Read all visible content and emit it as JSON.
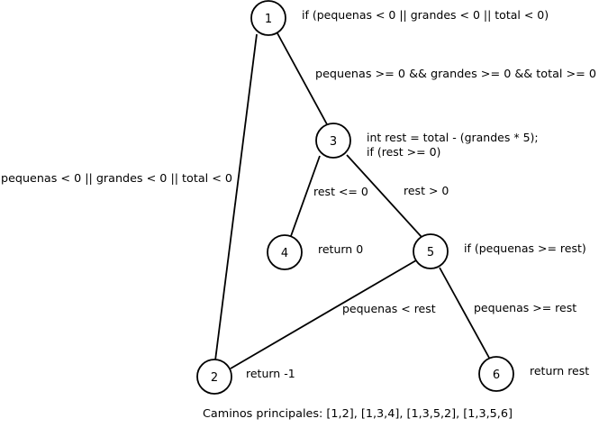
{
  "nodes": [
    {
      "id": "1",
      "label": "1"
    },
    {
      "id": "2",
      "label": "2"
    },
    {
      "id": "3",
      "label": "3"
    },
    {
      "id": "4",
      "label": "4"
    },
    {
      "id": "5",
      "label": "5"
    },
    {
      "id": "6",
      "label": "6"
    }
  ],
  "node_annotations": {
    "n1": "if (pequenas < 0 || grandes < 0 || total < 0)",
    "n3_line1": "int rest = total - (grandes * 5);",
    "n3_line2": "if (rest >= 0)",
    "n4": "return 0",
    "n5": "if (pequenas >= rest)",
    "n2": "return -1",
    "n6": "return rest"
  },
  "edges": [
    {
      "from": "1",
      "to": "3",
      "label": "pequenas >= 0 && grandes >= 0 && total >= 0"
    },
    {
      "from": "1",
      "to": "2",
      "label": "pequenas < 0 || grandes < 0 || total < 0"
    },
    {
      "from": "3",
      "to": "4",
      "label": "rest <= 0"
    },
    {
      "from": "3",
      "to": "5",
      "label": "rest > 0"
    },
    {
      "from": "5",
      "to": "2",
      "label": "pequenas < rest"
    },
    {
      "from": "5",
      "to": "6",
      "label": "pequenas >= rest"
    }
  ],
  "footer": "Caminos principales: [1,2], [1,3,4], [1,3,5,2], [1,3,5,6]"
}
